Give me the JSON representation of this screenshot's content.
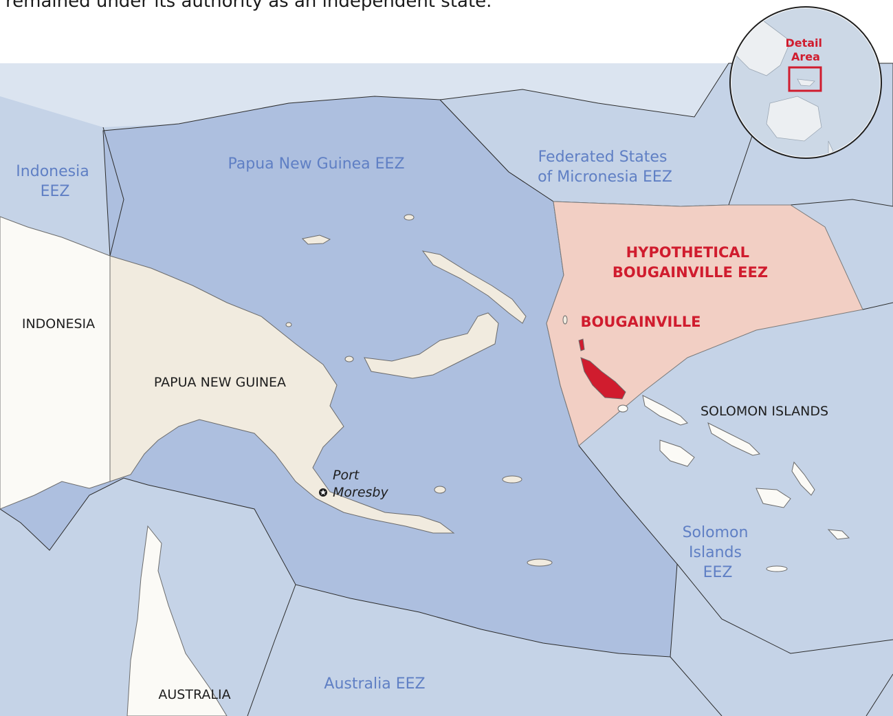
{
  "caption": "remained under its authority as an independent state.",
  "colors": {
    "ocean_other": "#c5d3e7",
    "ocean_png": "#adbfdf",
    "eez_bougainville": "#f2cfc4",
    "land_png": "#f1ebdf",
    "land_other": "#fbfaf6",
    "bougainville": "#d01c2e",
    "eez_label": "#5f7fc4",
    "accent_red": "#d01c2e"
  },
  "labels": {
    "indonesia_eez": [
      "Indonesia",
      "EEZ"
    ],
    "png_eez": "Papua New Guinea EEZ",
    "micronesia_eez": [
      "Federated States",
      "of Micronesia EEZ"
    ],
    "hypothetical_eez": [
      "HYPOTHETICAL",
      "BOUGAINVILLE EEZ"
    ],
    "bougainville": "BOUGAINVILLE",
    "indonesia": "INDONESIA",
    "png": "PAPUA NEW GUINEA",
    "solomon_islands": "SOLOMON ISLANDS",
    "solomon_eez": [
      "Solomon",
      "Islands",
      "EEZ"
    ],
    "port_moresby": [
      "Port",
      "Moresby"
    ],
    "australia_eez": "Australia EEZ",
    "australia": "AUSTRALIA"
  },
  "inset": {
    "title": [
      "Detail",
      "Area"
    ]
  },
  "icons": {
    "capital": "capital-star-icon"
  }
}
